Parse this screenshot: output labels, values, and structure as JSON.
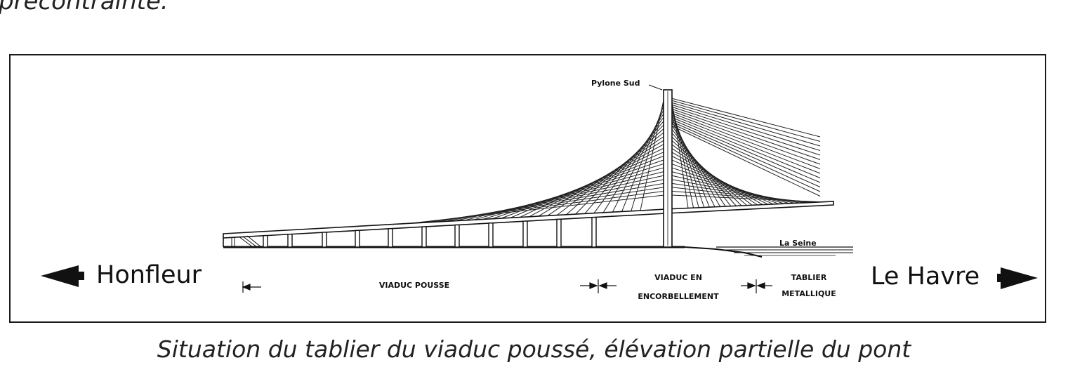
{
  "page": {
    "top_text": "précontrainte.",
    "caption": "Situation du tablier du viaduc poussé, élévation partielle du pont"
  },
  "diagram": {
    "pylon_label": "Pylone Sud",
    "river_label": "La Seine",
    "left_city": "Honfleur",
    "right_city": "Le Havre",
    "segments": {
      "viaduc_pousse": "VIADUC POUSSE",
      "viaduc_en_line1": "VIADUC EN",
      "viaduc_en_line2": "ENCORBELLEMENT",
      "tablier_line1": "TABLIER",
      "tablier_line2": "METALLIQUE"
    }
  }
}
